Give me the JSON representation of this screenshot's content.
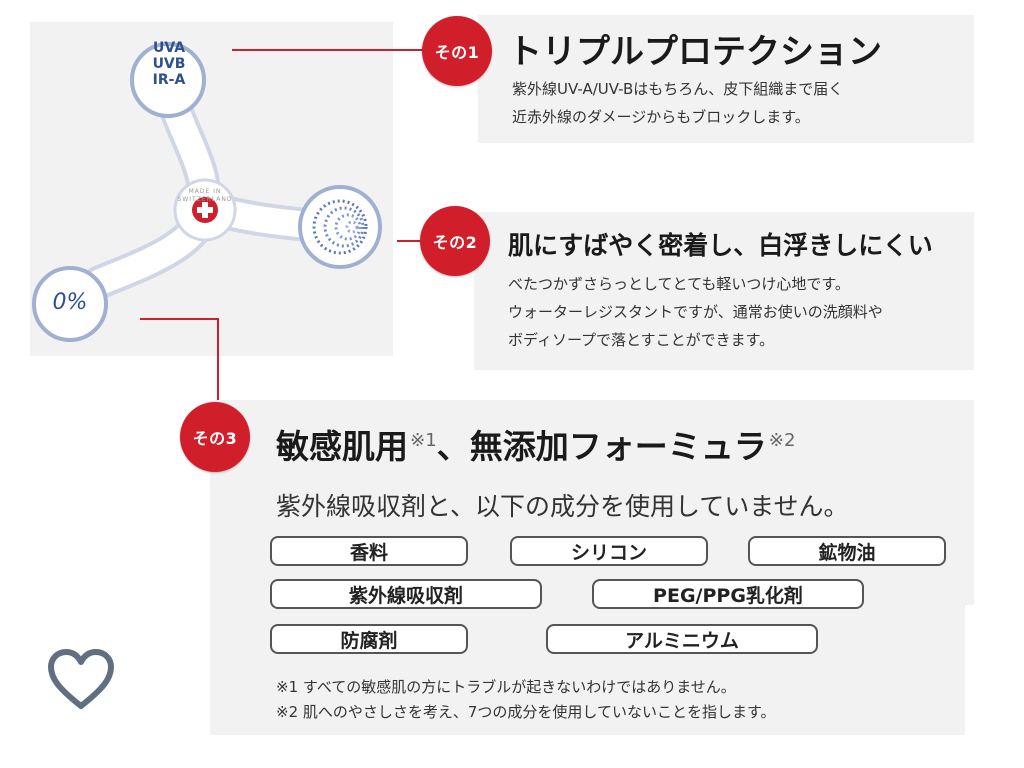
{
  "illustration": {
    "uv_labels": [
      "UVA",
      "UVB",
      "IR-A"
    ],
    "zero_label": "0%",
    "swiss_label": "MADE IN SWITZERLAND"
  },
  "features": [
    {
      "badge": "その1",
      "title": "トリプルプロテクション",
      "desc": [
        "紫外線UV-A/UV-Bはもちろん、皮下組織まで届く",
        "近赤外線のダメージからもブロックします。"
      ]
    },
    {
      "badge": "その2",
      "title": "肌にすばやく密着し、白浮きしにくい",
      "desc": [
        "べたつかずさらっとしてとても軽いつけ心地です。",
        "ウォーターレジスタントですが、通常お使いの洗顔料や",
        "ボディソープで落とすことができます。"
      ]
    },
    {
      "badge": "その3",
      "title_a": "敏感肌用",
      "sup_a": "※1",
      "title_b": "、無添加フォーミュラ",
      "sup_b": "※2",
      "subtitle": "紫外線吸収剤と、以下の成分を使用していません。",
      "ingredients": [
        "香料",
        "シリコン",
        "鉱物油",
        "紫外線吸収剤",
        "PEG/PPG乳化剤",
        "防腐剤",
        "アルミニウム"
      ],
      "notes": [
        "※1 すべての敏感肌の方にトラブルが起きないわけではありません。",
        "※2 肌へのやさしさを考え、7つの成分を使用していないことを指します。"
      ]
    }
  ],
  "colors": {
    "accent": "#d01f2b",
    "panel": "#f2f2f2",
    "circle_stroke": "#2f4f8f",
    "heart": "#607080"
  },
  "icons": [
    "heart-icon",
    "swiss-cross-icon",
    "dot-pattern-icon"
  ]
}
